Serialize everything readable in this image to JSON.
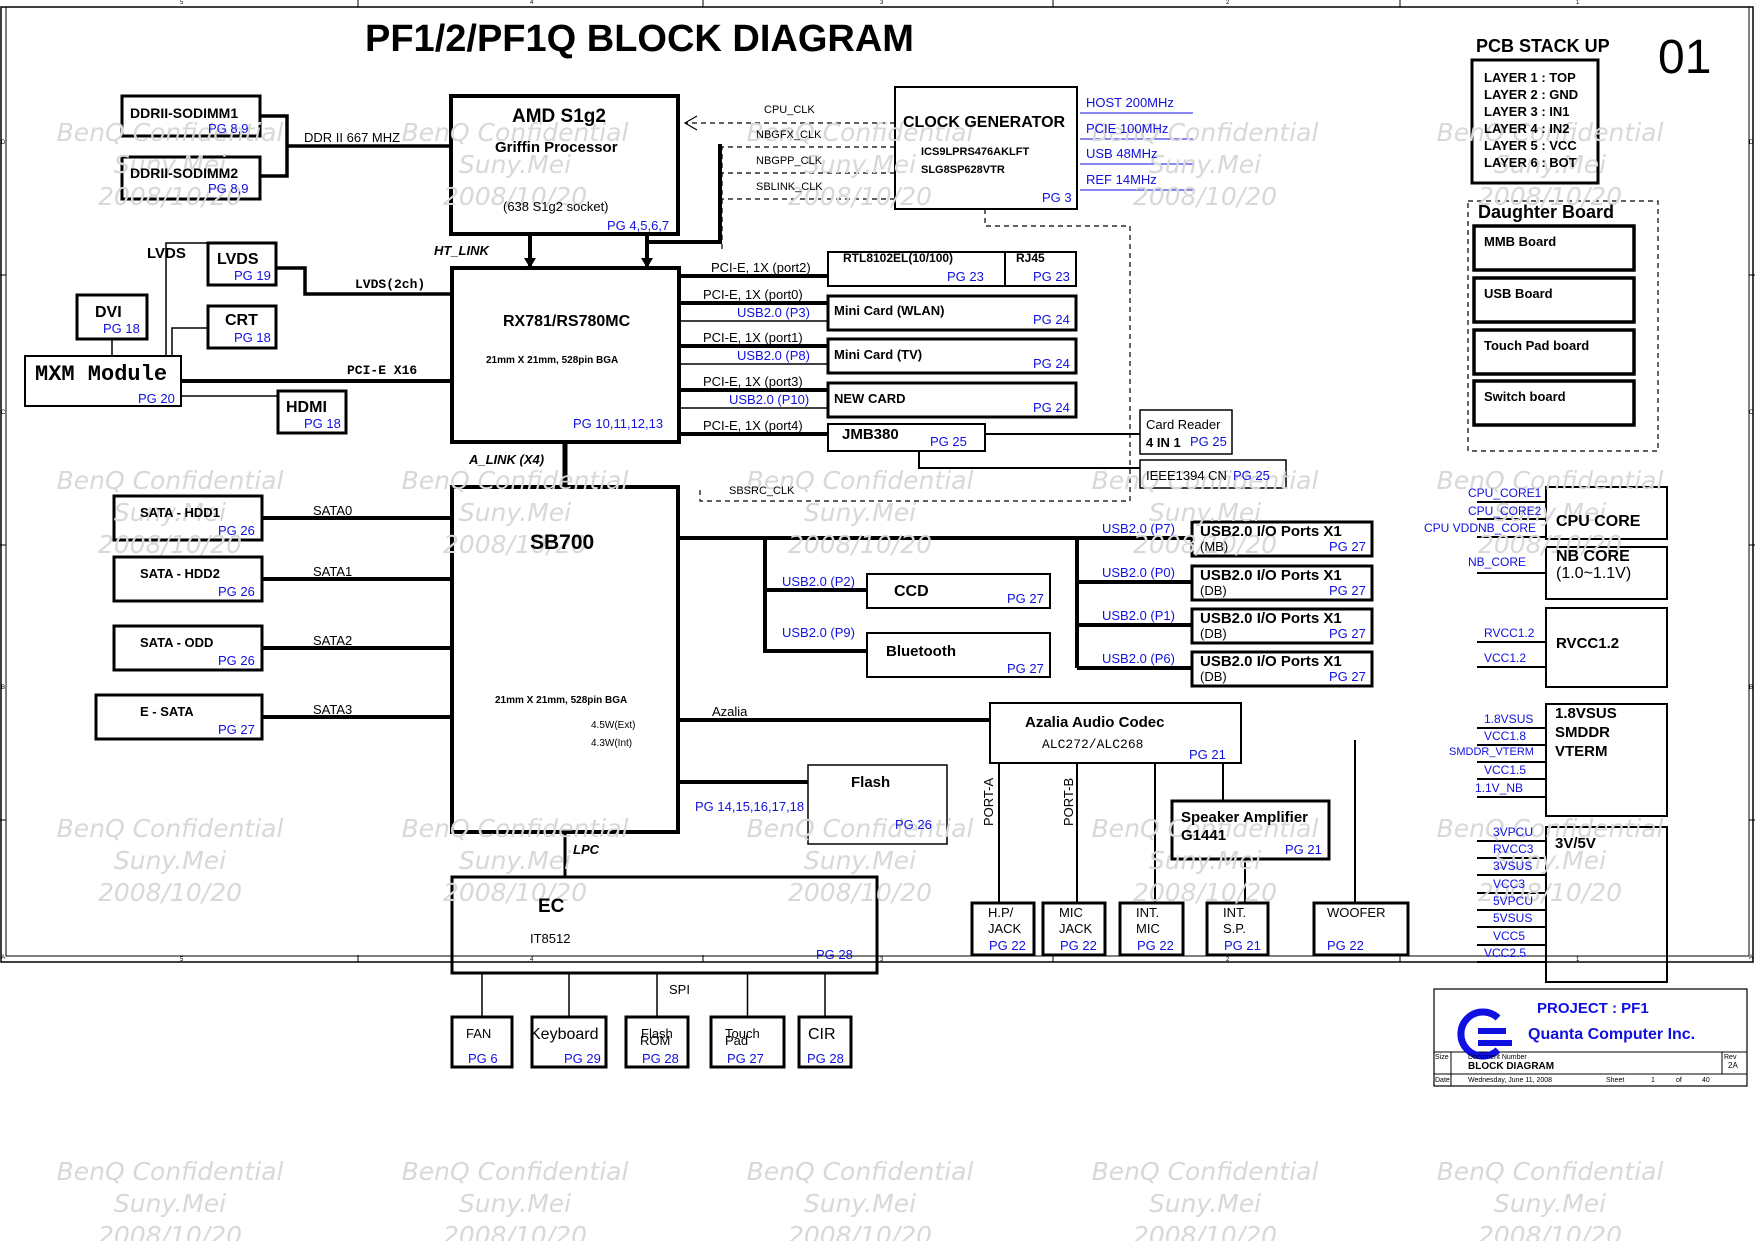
{
  "title": "PF1/2/PF1Q  BLOCK DIAGRAM",
  "sheet_no": "01",
  "watermark": {
    "line1": "BenQ Confidential",
    "line2": "Suny.Mei",
    "line3": "2008/10/20"
  },
  "stackup": {
    "title": "PCB STACK UP",
    "layers": [
      "LAYER 1 : TOP",
      "LAYER 2 : GND",
      "LAYER 3 : IN1",
      "LAYER 4 : IN2",
      "LAYER 5 : VCC",
      "LAYER 6 : BOT"
    ]
  },
  "daughter": {
    "title": "Daughter Board",
    "boards": [
      "MMB Board",
      "USB Board",
      "Touch Pad board",
      "Switch board"
    ]
  },
  "cpu": {
    "name": "AMD S1g2",
    "sub": "Griffin Processor",
    "socket": "(638 S1g2 socket)",
    "pg": "PG 4,5,6,7"
  },
  "dimm1": {
    "name": "DDRII-SODIMM1",
    "pg": "PG 8,9"
  },
  "dimm2": {
    "name": "DDRII-SODIMM2",
    "pg": "PG 8,9"
  },
  "ddr_bus": "DDR II 667 MHZ",
  "clockgen": {
    "name": "CLOCK GENERATOR",
    "chip1": "ICS9LPRS476AKLFT",
    "chip2": "SLG8SP628VTR",
    "pg": "PG 3",
    "outputs": [
      "HOST 200MHz",
      "PCIE 100MHz",
      "USB 48MHz",
      "REF 14MHz"
    ]
  },
  "clocks": {
    "cpu": "CPU_CLK",
    "nbgfx": "NBGFX_CLK",
    "nbgpp": "NBGPP_CLK",
    "sblink": "SBLINK_CLK",
    "sbsrc": "SBSRC_CLK"
  },
  "ht_link": "HT_LINK",
  "nb": {
    "name": "RX781/RS780MC",
    "pkg": "21mm X 21mm, 528pin BGA",
    "pg": "PG 10,11,12,13"
  },
  "lvds": {
    "label": "LVDS",
    "name": "LVDS",
    "pg": "PG 19",
    "bus": "LVDS(2ch)"
  },
  "dvi": {
    "name": "DVI",
    "pg": "PG 18"
  },
  "crt": {
    "name": "CRT",
    "pg": "PG 18"
  },
  "mxm": {
    "name": "MXM Module",
    "pg": "PG 20",
    "bus": "PCI-E X16"
  },
  "hdmi": {
    "name": "HDMI",
    "pg": "PG 18"
  },
  "alink": "A_LINK (X4)",
  "rtl": {
    "name": "RTL8102EL(10/100)",
    "pg": "PG 23",
    "bus": "PCI-E, 1X (port2)"
  },
  "rj45": {
    "name": "RJ45",
    "pg": "PG 23"
  },
  "wlan": {
    "name": "Mini Card (WLAN)",
    "pg": "PG 24",
    "bus": "PCI-E, 1X (port0)",
    "usb": "USB2.0 (P3)"
  },
  "tv": {
    "name": "Mini Card (TV)",
    "pg": "PG 24",
    "bus": "PCI-E, 1X (port1)",
    "usb": "USB2.0 (P8)"
  },
  "newcard": {
    "name": "NEW CARD",
    "pg": "PG 24",
    "bus": "PCI-E, 1X (port3)",
    "usb": "USB2.0 (P10)"
  },
  "jmb": {
    "name": "JMB380",
    "pg": "PG 25",
    "bus": "PCI-E, 1X (port4)"
  },
  "cardreader": {
    "name": "Card Reader",
    "sub": "4 IN 1",
    "pg": "PG 25"
  },
  "ieee": {
    "name": "IEEE1394 CN",
    "pg": "PG 25"
  },
  "sb": {
    "name": "SB700",
    "pkg": "21mm X 21mm, 528pin BGA",
    "pwr1": "4.5W(Ext)",
    "pwr2": "4.3W(Int)",
    "pg": "PG 14,15,16,17,18"
  },
  "sata": [
    {
      "name": "SATA - HDD1",
      "pg": "PG 26",
      "bus": "SATA0"
    },
    {
      "name": "SATA - HDD2",
      "pg": "PG 26",
      "bus": "SATA1"
    },
    {
      "name": "SATA - ODD",
      "pg": "PG 26",
      "bus": "SATA2"
    },
    {
      "name": "E - SATA",
      "pg": "PG 27",
      "bus": "SATA3"
    }
  ],
  "ccd": {
    "name": "CCD",
    "pg": "PG 27",
    "usb": "USB2.0 (P2)"
  },
  "bt": {
    "name": "Bluetooth",
    "pg": "PG 27",
    "usb": "USB2.0 (P9)"
  },
  "usbports": [
    {
      "usb": "USB2.0 (P7)",
      "name": "USB2.0  I/O Ports X1",
      "loc": "(MB)",
      "pg": "PG 27"
    },
    {
      "usb": "USB2.0 (P0)",
      "name": "USB2.0  I/O Ports X1",
      "loc": "(DB)",
      "pg": "PG 27"
    },
    {
      "usb": "USB2.0 (P1)",
      "name": "USB2.0  I/O Ports X1",
      "loc": "(DB)",
      "pg": "PG 27"
    },
    {
      "usb": "USB2.0 (P6)",
      "name": "USB2.0  I/O Ports X1",
      "loc": "(DB)",
      "pg": "PG 27"
    }
  ],
  "azalia_bus": "Azalia",
  "codec": {
    "name": "Azalia Audio Codec",
    "chip": "ALC272/ALC268",
    "pg": "PG 21",
    "porta": "PORT-A",
    "portb": "PORT-B"
  },
  "flash": {
    "name": "Flash",
    "pg": "PG 26"
  },
  "speaker": {
    "name": "Speaker Amplifier",
    "chip": "G1441",
    "pg": "PG 21"
  },
  "jacks": [
    {
      "l1": "H.P/",
      "l2": "JACK",
      "pg": "PG 22"
    },
    {
      "l1": "MIC",
      "l2": "JACK",
      "pg": "PG 22"
    },
    {
      "l1": "INT.",
      "l2": "MIC",
      "pg": "PG 22"
    },
    {
      "l1": "INT.",
      "l2": "S.P.",
      "pg": "PG 21"
    },
    {
      "l1": "WOOFER",
      "l2": "",
      "pg": "PG 22"
    }
  ],
  "lpc": "LPC",
  "ec": {
    "name": "EC",
    "chip": "IT8512",
    "pg": "PG 28",
    "spi": "SPI"
  },
  "ecperiph": [
    {
      "l1": "FAN",
      "l2": "",
      "pg": "PG 6"
    },
    {
      "l1": "Keyboard",
      "l2": "",
      "pg": "PG 29"
    },
    {
      "l1": "Flash",
      "l2": "ROM",
      "pg": "PG 28"
    },
    {
      "l1": "Touch",
      "l2": "Pad",
      "pg": "PG 27"
    },
    {
      "l1": "CIR",
      "l2": "",
      "pg": "PG 28"
    }
  ],
  "power": {
    "cpucore": {
      "name": "CPU CORE",
      "rails": [
        "CPU_CORE1",
        "CPU_CORE2",
        "CPU VDDNB_CORE"
      ]
    },
    "nbcore": {
      "name": "NB CORE",
      "sub": "(1.0~1.1V)",
      "rails": [
        "NB_CORE"
      ]
    },
    "rvcc": {
      "name": "RVCC1.2",
      "rails": [
        "RVCC1.2",
        "VCC1.2"
      ]
    },
    "smddr": {
      "l1": "1.8VSUS",
      "l2": "SMDDR",
      "l3": "VTERM",
      "rails": [
        "1.8VSUS",
        "VCC1.8",
        "SMDDR_VTERM",
        "VCC1.5",
        "1.1V_NB"
      ]
    },
    "v35": {
      "name": "3V/5V",
      "rails": [
        "3VPCU",
        "RVCC3",
        "3VSUS",
        "VCC3",
        "5VPCU",
        "5VSUS",
        "VCC5",
        "VCC2.5"
      ]
    }
  },
  "titleblock": {
    "project": "PROJECT : PF1",
    "company": "Quanta Computer Inc.",
    "size_lbl": "Size",
    "docnum_lbl": "Document Number",
    "doc": "BLOCK DIAGRAM",
    "rev_lbl": "Rev",
    "rev": "2A",
    "date_lbl": "Date:",
    "date": "Wednesday, June 11, 2008",
    "sheet_lbl": "Sheet",
    "sheet": "1",
    "of_lbl": "of",
    "total": "40"
  },
  "border": {
    "cols": [
      "5",
      "4",
      "3",
      "2",
      "1"
    ],
    "rows": [
      "D",
      "C",
      "B",
      "A"
    ]
  }
}
